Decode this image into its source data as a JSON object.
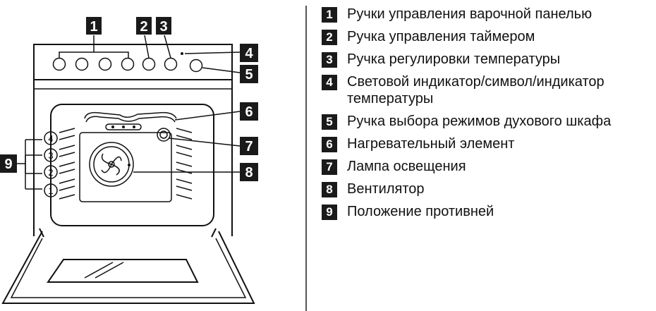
{
  "callouts": [
    "1",
    "2",
    "3",
    "4",
    "5",
    "6",
    "7",
    "8",
    "9"
  ],
  "shelf_positions": [
    "4",
    "3",
    "2",
    "1"
  ],
  "legend": [
    {
      "num": "1",
      "text": "Ручки управления варочной панелью"
    },
    {
      "num": "2",
      "text": "Ручка управления таймером"
    },
    {
      "num": "3",
      "text": "Ручка регулировки температуры"
    },
    {
      "num": "4",
      "text": "Световой индикатор/символ/индикатор температуры"
    },
    {
      "num": "5",
      "text": "Ручка выбора режимов духового шкафа"
    },
    {
      "num": "6",
      "text": "Нагревательный элемент"
    },
    {
      "num": "7",
      "text": "Лампа освещения"
    },
    {
      "num": "8",
      "text": "Вентилятор"
    },
    {
      "num": "9",
      "text": "Положение противней"
    }
  ]
}
